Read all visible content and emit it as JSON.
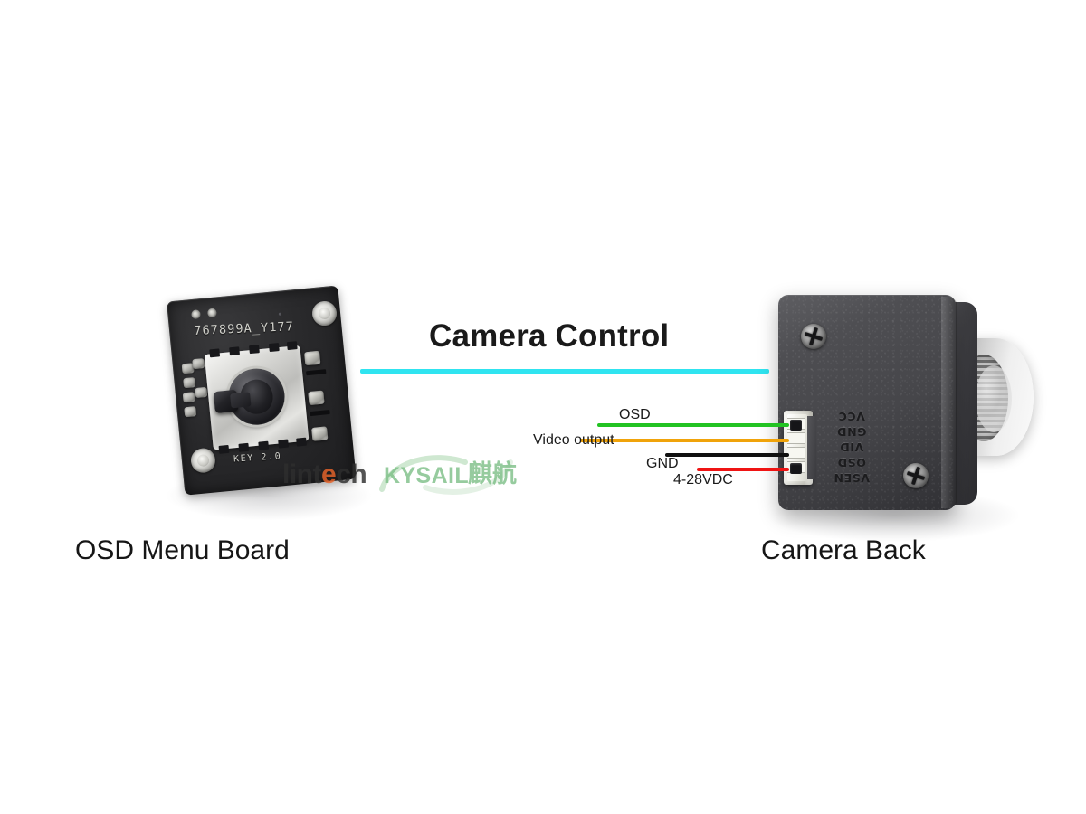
{
  "diagram": {
    "title": "Camera Control",
    "accent_color": "#2fe4f0",
    "background_color": "#ffffff"
  },
  "left_device": {
    "caption": "OSD Menu Board",
    "silkscreen_part": "767899A_Y177",
    "silkscreen_key": "KEY 2.0"
  },
  "right_device": {
    "caption": "Camera Back",
    "connector_pin_labels": [
      "VSEN",
      "OSD",
      "VID",
      "GND",
      "VCC"
    ]
  },
  "wires": [
    {
      "label": "OSD",
      "color": "#22c322",
      "name": "wire-osd"
    },
    {
      "label": "Video output",
      "color": "#f0a30a",
      "name": "wire-video-output"
    },
    {
      "label": "GND",
      "color": "#101010",
      "name": "wire-gnd"
    },
    {
      "label": "4-28VDC",
      "color": "#ef1414",
      "name": "wire-power"
    }
  ],
  "watermark": {
    "brand_dark": "lint",
    "brand_hot": "e",
    "brand_dark_2": "ch",
    "brand_secondary": "KYSAIL",
    "brand_cn": "麒航",
    "color_hot": "#e8642a",
    "color_green": "#7cbf86"
  }
}
